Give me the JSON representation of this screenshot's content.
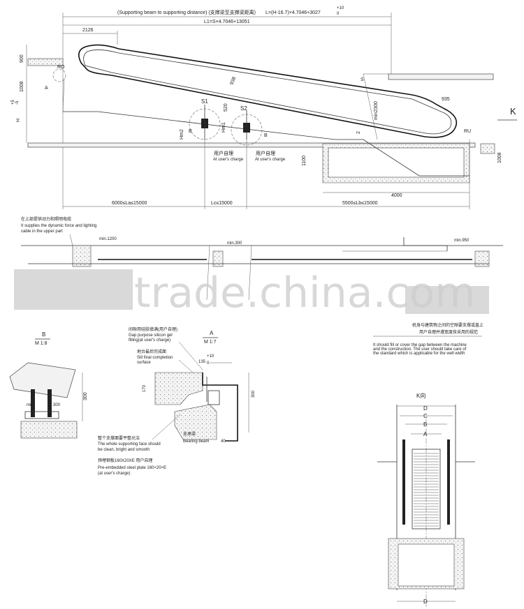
{
  "top_dims": {
    "span_label": "(Supporting beam to supporting distance) (支撑梁至支撑梁距离)",
    "length_formula": "L=(H-16.7)×4.7046+3027",
    "tol_up": "+10",
    "tol_down": "0",
    "l1_formula": "L1=S×4.7046+13051",
    "d2126": "2126",
    "d900": "900",
    "d1008": "1008",
    "d935": "935",
    "d938": "938",
    "d520": "520",
    "min2300": "min2300",
    "hm1": "Hm1",
    "hm2": "Hm2",
    "h_label": "H",
    "h_tol_up": "+5",
    "h_tol_down": "-5",
    "s_label": "S",
    "ro": "RO",
    "ru": "RU",
    "a": "A",
    "b": "B",
    "s1": "S1",
    "s2": "S2",
    "k": "K",
    "user_charge_cn": "用户自理",
    "user_charge_en": "At user's charge",
    "d1100": "1100",
    "d4000": "4000",
    "d1008b": "1008",
    "la": "6000≤La≤15000",
    "lc": "Lc≤15000",
    "lb": "5500≤Lb≤15000",
    "d2": "2"
  },
  "plan": {
    "note_cn": "在上部提供动力和照明电缆",
    "note_en_1": "It supplies the dynamic force and lighting",
    "note_en_2": "cable in the upper part",
    "min1200": "min.1200",
    "min300": "min.300",
    "min950": "min.950",
    "gap_cn_1": "机身与建筑物之间的空隙要支撑或盖上",
    "gap_cn_2": "用户自理并遵宽度技采用的规范",
    "gap_en_1": "It should fill or cover the gap between the machine",
    "gap_en_2": "and the construction. The user should take care of",
    "gap_en_3": "the standard which is applicable for the well width"
  },
  "detail_b": {
    "title": "B",
    "scale": "M 1:8",
    "d300": "300",
    "min": "min.",
    "d300b": "300"
  },
  "detail_a": {
    "title": "A",
    "scale": "M 1:7",
    "gap_cn": "间隙用硅胶填满(用户自理)",
    "gap_en_1": "Gap purpose silicon gel",
    "gap_en_2": "filling(at user's charge)",
    "sill_cn": "地台最后完成面",
    "sill_en_1": "Sill final completion",
    "sill_en_2": "surface",
    "d135": "135",
    "tol10": "+10",
    "tol0": "0",
    "d170": "170",
    "d300": "300",
    "d40": "40",
    "support_cn": "整个支撑面要平整光洁",
    "support_en_1": "The whole supporting face should",
    "support_en_2": "be clean, bright and smooth",
    "plate_cn": "预埋钢板160X20XE 用户自理",
    "plate_en_1": "Pre-embedded steel plate 160×20×E",
    "plate_en_2": "(at user's charge)",
    "beam_cn": "支承梁",
    "beam_en": "Bearing beam"
  },
  "detail_k": {
    "title": "K向",
    "d": "D",
    "c": "C",
    "b": "B",
    "a": "A",
    "d_bottom": "D"
  },
  "watermark": "trade.china.com"
}
